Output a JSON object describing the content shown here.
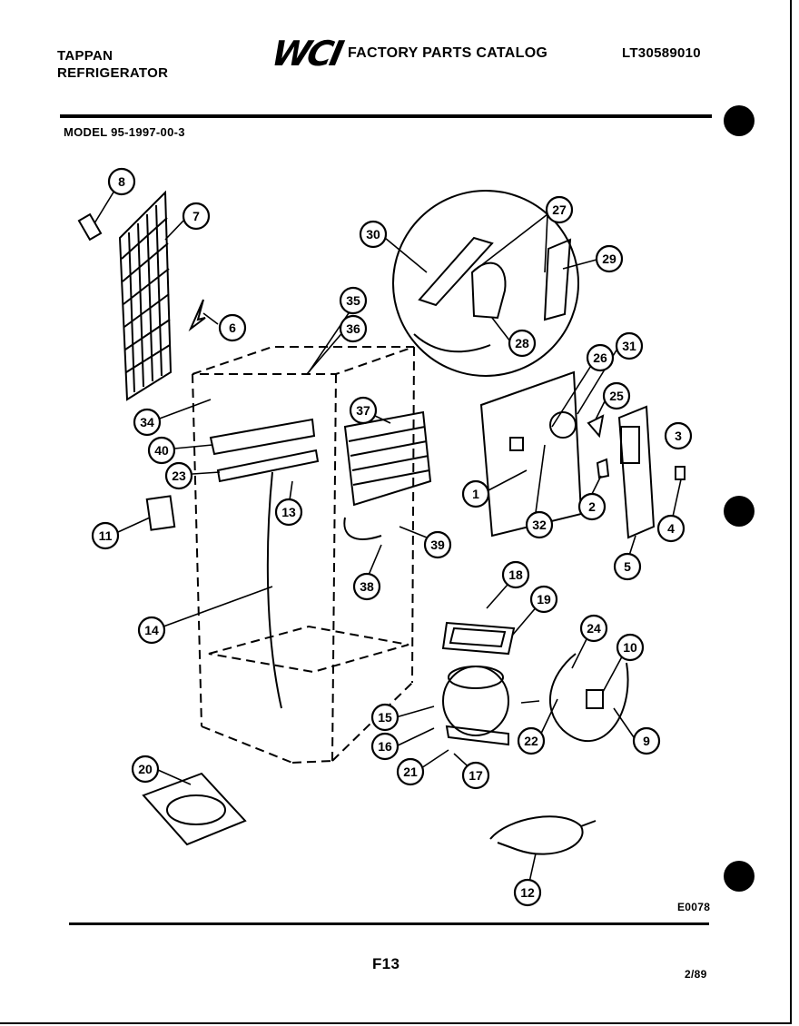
{
  "header": {
    "brand_line1": "TAPPAN",
    "brand_line2": "REFRIGERATOR",
    "logo": "WCI",
    "catalog_title": "FACTORY PARTS CATALOG",
    "catalog_number": "LT30589010",
    "model": "MODEL 95-1997-00-3"
  },
  "footer": {
    "drawing_ref": "E0078",
    "page": "F13",
    "date": "2/89"
  },
  "callouts": [
    "8",
    "7",
    "6",
    "35",
    "36",
    "30",
    "27",
    "29",
    "28",
    "26",
    "31",
    "25",
    "3",
    "34",
    "40",
    "23",
    "37",
    "1",
    "2",
    "4",
    "32",
    "5",
    "11",
    "13",
    "39",
    "38",
    "14",
    "18",
    "19",
    "24",
    "10",
    "15",
    "16",
    "21",
    "17",
    "22",
    "9",
    "20",
    "12"
  ]
}
